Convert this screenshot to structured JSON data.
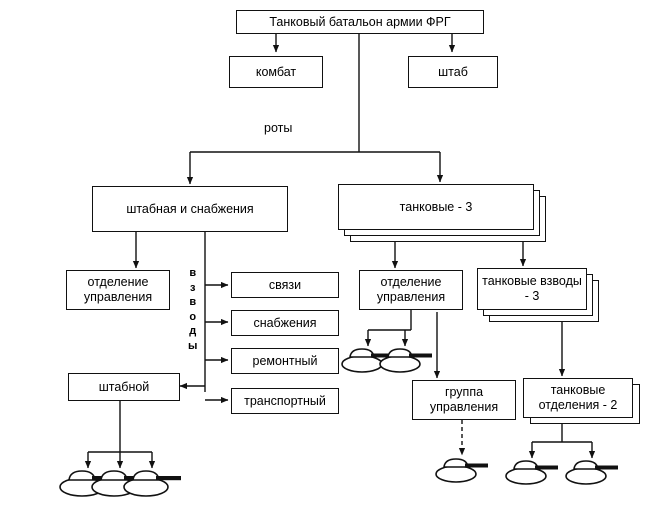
{
  "diagram": {
    "title_text": "Танковый батальон армии ФРГ",
    "language": "ru",
    "background_color": "#ffffff",
    "line_color": "#111111",
    "nodes": {
      "root": "Танковый батальон армии ФРГ",
      "kombat": "комбат",
      "shtab": "штаб",
      "roty_label": "роты",
      "staff_supply_company": "штабная и снабжения",
      "tank_companies": "танковые - 3",
      "left_control_section": "отделение управления",
      "vzvody_label": "взводы",
      "platoon_signals": "связи",
      "platoon_supply": "снабжения",
      "platoon_repair": "ремонтный",
      "platoon_transport": "транспортный",
      "staff_platoon": "штабной",
      "mid_control_section": "отделение управления",
      "tank_platoons": "танковые взводы - 3",
      "control_group": "группа управления",
      "tank_squads": "танковые отделения - 2"
    },
    "vertical_label_letters": [
      "в",
      "з",
      "в",
      "о",
      "д",
      "ы"
    ],
    "stack_counts": {
      "tank_companies": 3,
      "tank_platoons": 3,
      "tank_squads": 2
    },
    "tank_icon_groups": [
      {
        "name": "tanks-under-staff-platoon",
        "count": 3
      },
      {
        "name": "tanks-under-mid-control-section",
        "count": 2
      },
      {
        "name": "tanks-under-control-group",
        "count": 1
      },
      {
        "name": "tanks-under-tank-squads",
        "count": 2
      }
    ],
    "tank_icon_name": "tank-icon"
  }
}
